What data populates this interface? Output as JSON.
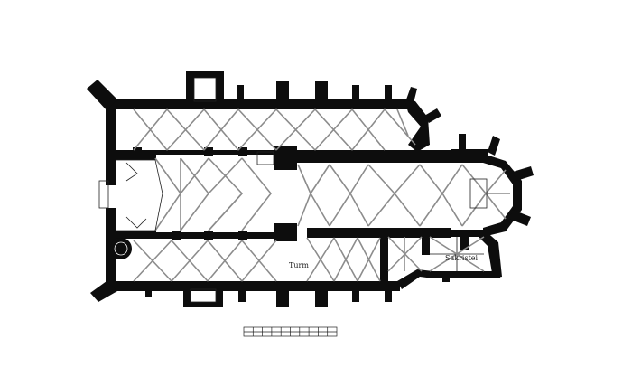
{
  "labels": {
    "room_a": "Turm",
    "room_b": "Sakristei"
  },
  "scale_bar": {
    "segments": 10
  },
  "colors": {
    "wall": "#0d0d0d",
    "vault": "#8c8c8c",
    "background": "#ffffff"
  }
}
